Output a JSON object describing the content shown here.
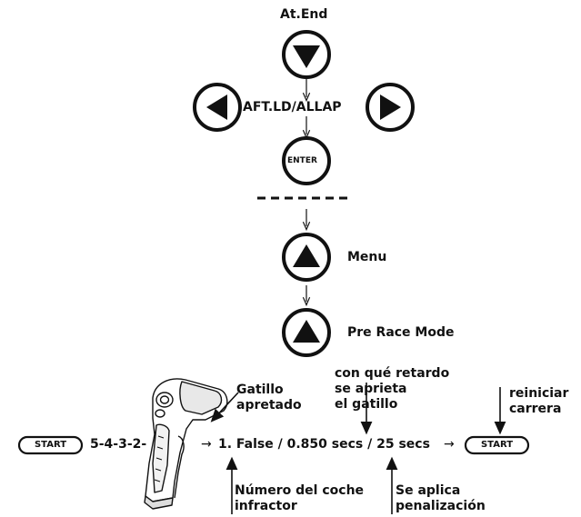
{
  "buttons": {
    "at_end_label": "At.End",
    "left_right_label": "AFT.LD/ALLAP",
    "enter_label": "ENTER",
    "menu_label": "Menu",
    "pre_race_label": "Pre Race Mode",
    "start_label": "START"
  },
  "sequence": {
    "countdown": "5-4-3-2-",
    "result": "1. False / 0.850 secs / 25 secs",
    "arrow": "→"
  },
  "annotations": {
    "trigger_pressed": "Gatillo\napretado",
    "delay": "con qué retardo\nse aprieta\nel gatillo",
    "restart": "reiniciar\ncarrera",
    "car_number": "Número del coche\ninfractor",
    "penalty": "Se aplica\npenalización"
  },
  "icons": [
    "down-button-icon",
    "left-button-icon",
    "right-button-icon",
    "enter-button-icon",
    "up-button-icon",
    "controller-icon"
  ]
}
